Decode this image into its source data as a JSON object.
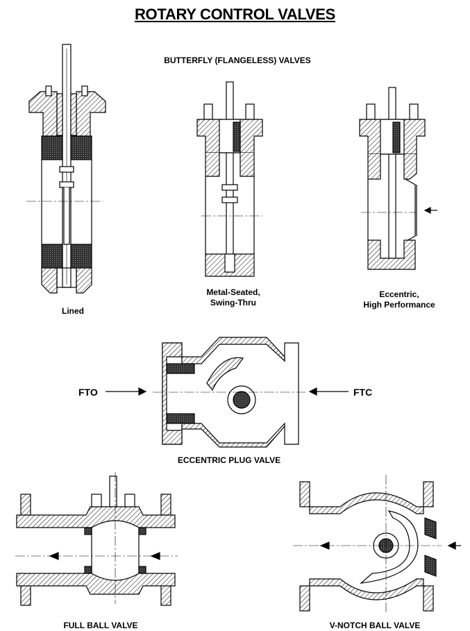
{
  "title": "ROTARY CONTROL VALVES",
  "sections": {
    "butterfly": "BUTTERFLY (FLANGELESS) VALVES",
    "eccentric_plug": "ECCENTRIC PLUG VALVE",
    "full_ball": "FULL BALL VALVE",
    "v_notch": "V-NOTCH BALL VALVE"
  },
  "captions": {
    "lined": "Lined",
    "metal_seated_1": "Metal-Seated,",
    "metal_seated_2": "Swing-Thru",
    "eccentric_1": "Eccentric,",
    "eccentric_2": "High Performance"
  },
  "flow": {
    "fto": "FTO",
    "ftc": "FTC"
  }
}
